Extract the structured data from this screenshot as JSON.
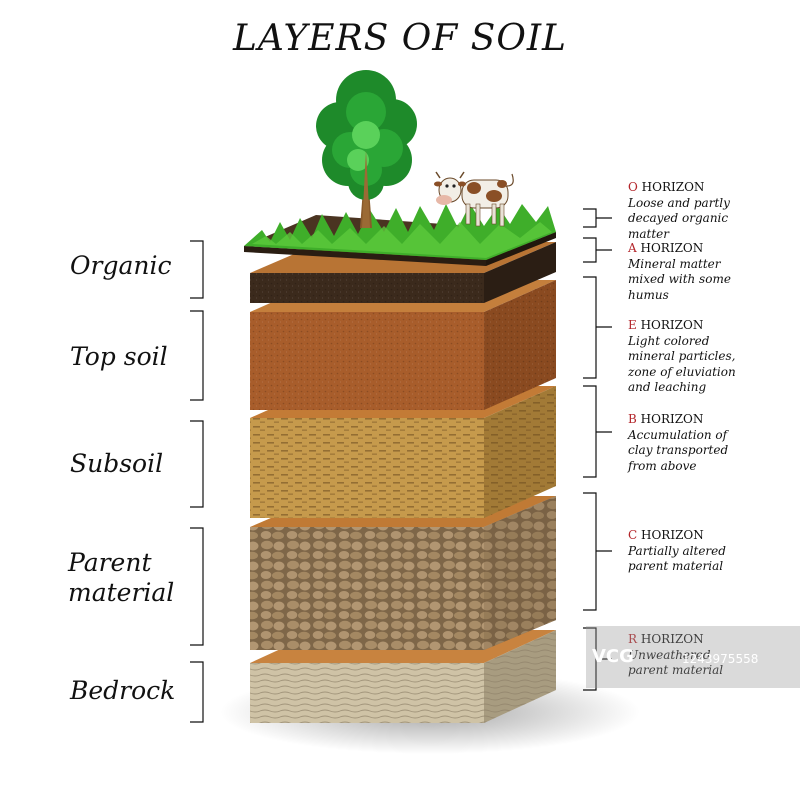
{
  "title": "LAYERS OF SOIL",
  "left_labels": {
    "organic": "Organic",
    "topsoil": "Top soil",
    "subsoil": "Subsoil",
    "parent": "Parent\nmaterial",
    "bedrock": "Bedrock"
  },
  "horizons": [
    {
      "letter": "O",
      "name": " HORIZON",
      "desc": "Loose and partly\ndecayed organic\nmatter"
    },
    {
      "letter": "A",
      "name": " HORIZON",
      "desc": "Mineral matter\nmixed with some\nhumus"
    },
    {
      "letter": "E",
      "name": " HORIZON",
      "desc": "Light colored\nmineral particles,\nzone of eluviation\nand leaching"
    },
    {
      "letter": "B",
      "name": "  HORIZON",
      "desc": "Accumulation of\nclay transported\nfrom above"
    },
    {
      "letter": "C",
      "name": " HORIZON",
      "desc": "Partially altered\nparent material"
    },
    {
      "letter": "R",
      "name": " HORIZON",
      "desc": "Unweathered\nparent material"
    }
  ],
  "watermark": {
    "logo": "VCG",
    "id": "1243975558"
  },
  "colors": {
    "grass": "#3fae2a",
    "humus": "#3b2a1c",
    "topsoil": "#a45a2a",
    "subsoil": "#b88a3c",
    "parent": "#8a7250",
    "bedrock": "#c9bda1",
    "accent": "#b3252a"
  },
  "icons": [
    "tree-icon",
    "cow-icon"
  ]
}
